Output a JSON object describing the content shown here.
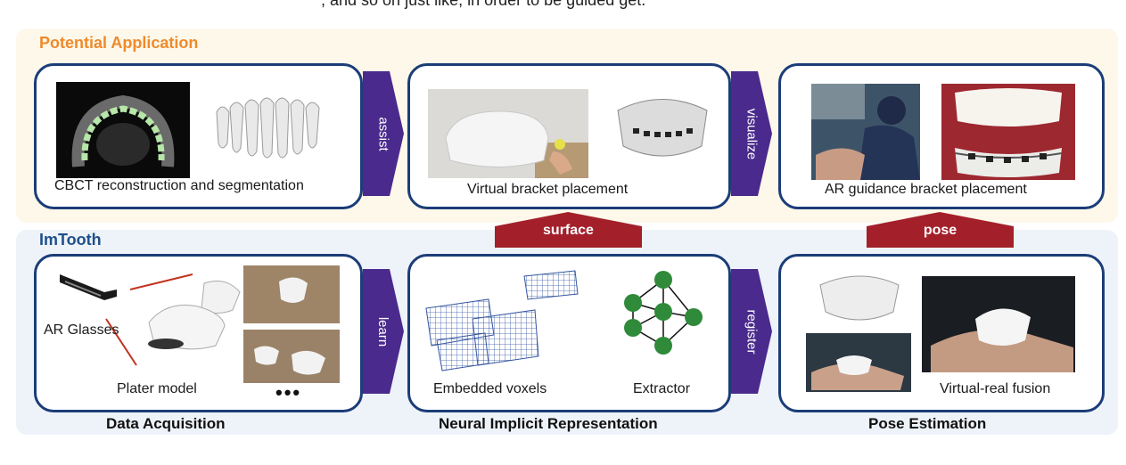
{
  "top_text": ", and so on just like, in order to be guided get.",
  "bands": {
    "potential_application": "Potential Application",
    "imtooth": "ImTooth"
  },
  "boxes": {
    "cbct": "CBCT reconstruction and segmentation",
    "virtual_bracket": "Virtual bracket placement",
    "ar_guidance": "AR guidance bracket placement",
    "ar_glasses": "AR Glasses",
    "plater_model": "Plater model",
    "dots": "•••",
    "embedded_voxels": "Embedded voxels",
    "extractor": "Extractor",
    "virtual_real_fusion": "Virtual-real fusion"
  },
  "arrows": {
    "assist": "assist",
    "visualize": "visualize",
    "learn": "learn",
    "register": "register",
    "surface": "surface",
    "pose": "pose"
  },
  "stage_labels": {
    "data_acquisition": "Data Acquisition",
    "neural_implicit": "Neural Implicit Representation",
    "pose_estimation": "Pose Estimation"
  },
  "colors": {
    "box_border": "#1b3d78",
    "side_arrow": "#4a2a8c",
    "up_arrow": "#a3202a",
    "orange_title": "#ef8a2c",
    "blue_title": "#1f4f8a",
    "node_green": "#2f8a3a",
    "voxel_blue": "#3556a0"
  }
}
